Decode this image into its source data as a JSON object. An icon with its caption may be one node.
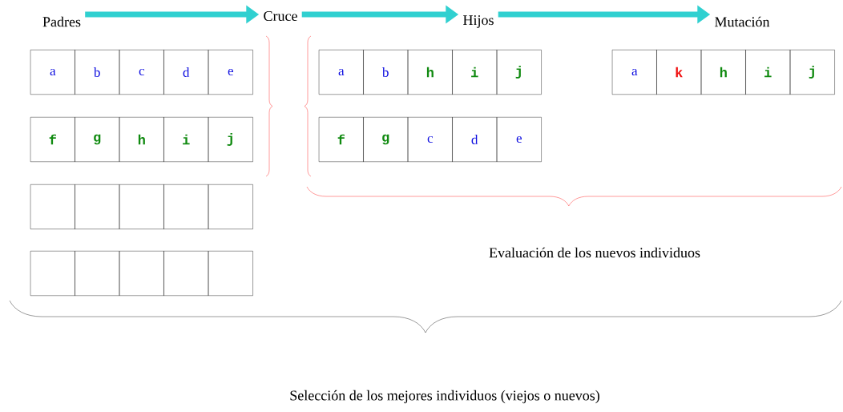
{
  "diagram": {
    "nodes": [
      {
        "text": [
          "Padres"
        ]
      },
      {
        "text": [
          "Cruce"
        ]
      },
      {
        "text": [
          "Hijos"
        ]
      },
      {
        "text": [
          "Mutación"
        ]
      },
      {
        "text": [
          "a"
        ]
      },
      {
        "text": [
          "b"
        ]
      },
      {
        "text": [
          "c"
        ]
      },
      {
        "text": [
          "d"
        ]
      },
      {
        "text": [
          "e"
        ]
      },
      {
        "text": [
          "a"
        ]
      },
      {
        "text": [
          "b"
        ]
      },
      {
        "text": [
          "h"
        ]
      },
      {
        "text": [
          "i"
        ]
      },
      {
        "text": [
          "j"
        ]
      },
      {
        "text": [
          "a"
        ]
      },
      {
        "text": [
          "k"
        ]
      },
      {
        "text": [
          "h"
        ]
      },
      {
        "text": [
          "i"
        ]
      },
      {
        "text": [
          "j"
        ]
      },
      {
        "text": [
          "f"
        ]
      },
      {
        "text": [
          "g"
        ]
      },
      {
        "text": [
          "h"
        ]
      },
      {
        "text": [
          "i"
        ]
      },
      {
        "text": [
          "j"
        ]
      },
      {
        "text": [
          "f"
        ]
      },
      {
        "text": [
          "g"
        ]
      },
      {
        "text": [
          "c"
        ]
      },
      {
        "text": [
          "d"
        ]
      },
      {
        "text": [
          "e"
        ]
      },
      {
        "text": [],
        "shape": "box"
      },
      {
        "text": [],
        "shape": "box"
      },
      {
        "text": [],
        "shape": "box"
      },
      {
        "text": [],
        "shape": "box"
      },
      {
        "text": [],
        "shape": "box"
      },
      {
        "text": [],
        "shape": "box"
      },
      {
        "text": [],
        "shape": "box"
      },
      {
        "text": [],
        "shape": "box"
      },
      {
        "text": [],
        "shape": "box"
      },
      {
        "text": [],
        "shape": "box"
      }
    ],
    "edges": [
      {
        "from": 0,
        "to": 1,
        "arrow": "to"
      },
      {
        "from": 1,
        "to": 2,
        "arrow": "to"
      },
      {
        "from": 2,
        "to": 3,
        "arrow": "to"
      }
    ],
    "labels": [
      "Evaluación de los nuevos individuos",
      "Selección de los mejores individuos (viejos o nuevos)"
    ]
  }
}
